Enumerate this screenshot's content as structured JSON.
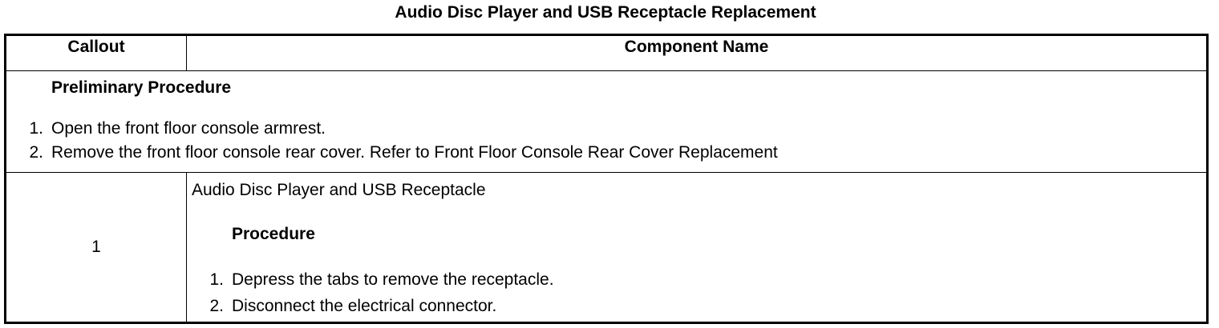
{
  "document": {
    "title": "Audio Disc Player and USB Receptacle Replacement"
  },
  "table": {
    "headers": {
      "callout": "Callout",
      "component_name": "Component Name"
    },
    "preliminary": {
      "heading": "Preliminary Procedure",
      "steps": [
        {
          "num": "1.",
          "text": "Open the front floor console armrest."
        },
        {
          "num": "2.",
          "text": "Remove the front floor console rear cover. Refer to Front Floor Console Rear Cover Replacement"
        }
      ]
    },
    "rows": [
      {
        "callout": "1",
        "component": "Audio Disc Player and USB Receptacle",
        "procedure_heading": "Procedure",
        "steps": [
          {
            "num": "1.",
            "text": "Depress the tabs to remove the receptacle."
          },
          {
            "num": "2.",
            "text": "Disconnect the electrical connector."
          }
        ]
      }
    ]
  }
}
